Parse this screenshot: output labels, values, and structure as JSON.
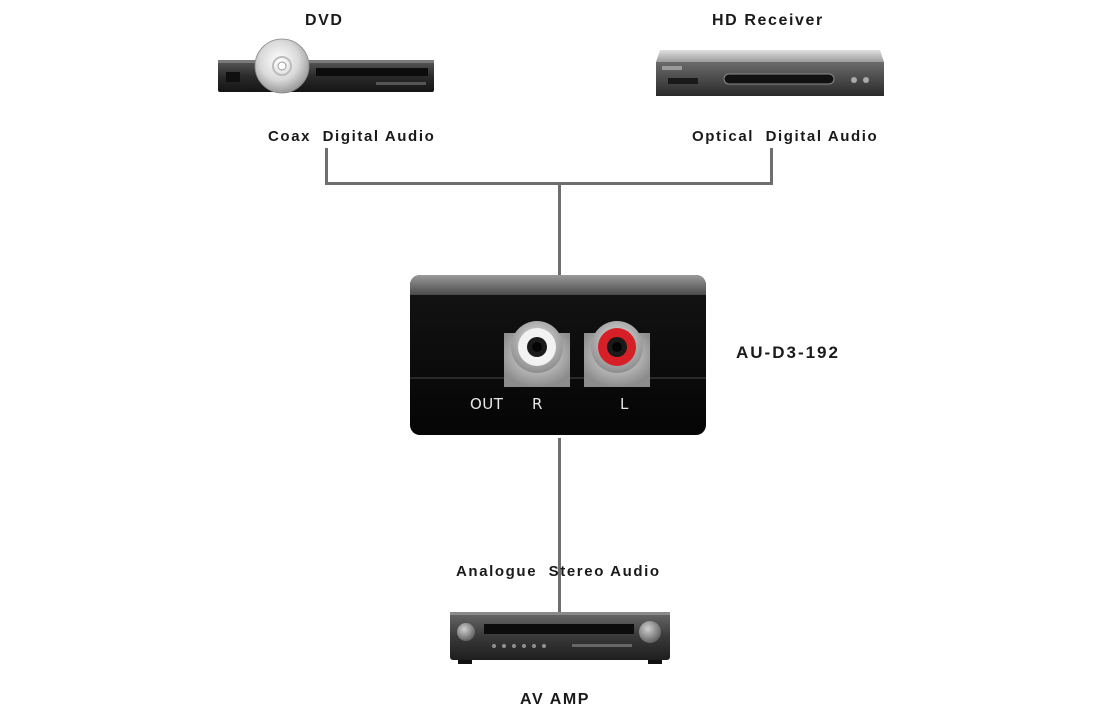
{
  "devices": {
    "dvd": {
      "label": "DVD"
    },
    "hd_receiver": {
      "label": "HD Receiver"
    },
    "converter": {
      "model": "AU-D3-192",
      "ports": {
        "out": "OUT",
        "right": "R",
        "left": "L"
      }
    },
    "av_amp": {
      "label": "AV AMP"
    }
  },
  "connections": {
    "coax": "Coax  Digital Audio",
    "optical": "Optical  Digital Audio",
    "analogue": "Analogue  Stereo Audio"
  },
  "colors": {
    "wire": "#6e6e6e",
    "converter_body": "#0d0d0d",
    "rca_red": "#d61f26",
    "rca_white": "#f2f2f2"
  }
}
